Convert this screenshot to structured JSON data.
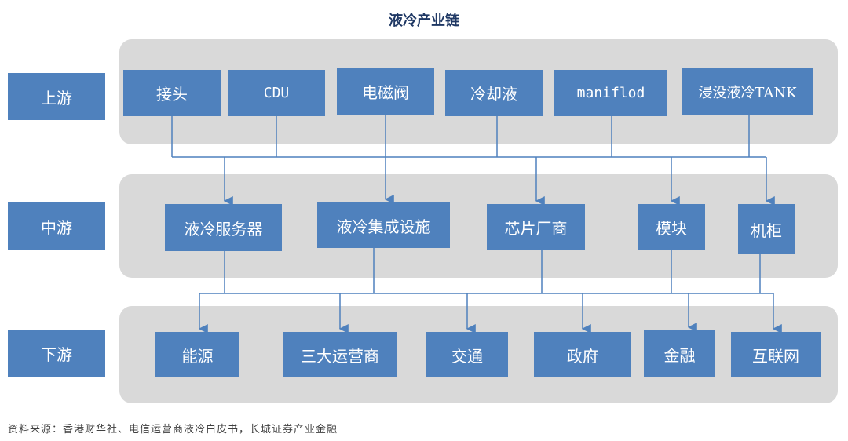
{
  "title": "液冷产业链",
  "stages": {
    "upstream": "上游",
    "midstream": "中游",
    "downstream": "下游"
  },
  "upstream_nodes": [
    "接头",
    "CDU",
    "电磁阀",
    "冷却液",
    "maniflod",
    "浸没液冷TANK"
  ],
  "midstream_nodes": [
    "液冷服务器",
    "液冷集成设施",
    "芯片厂商",
    "模块",
    "机柜"
  ],
  "downstream_nodes": [
    "能源",
    "三大运营商",
    "交通",
    "政府",
    "金融",
    "互联网"
  ],
  "source": "资料来源：香港财华社、电信运营商液冷白皮书，长城证券产业金融",
  "colors": {
    "node_fill": "#4f81bd",
    "tier_fill": "#d9d9d9",
    "connector": "#4f81bd",
    "title": "#1f3864"
  }
}
